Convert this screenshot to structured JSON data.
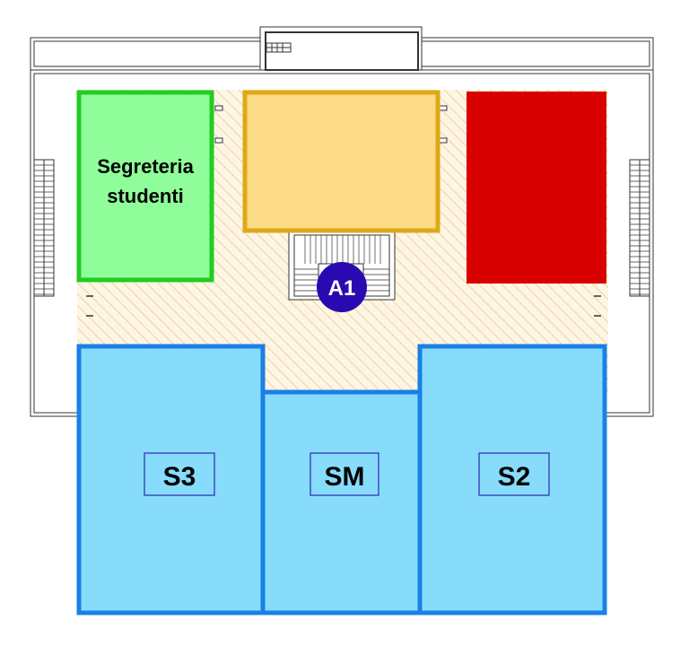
{
  "colors": {
    "background": "#ffffff",
    "outline": "#333333",
    "corridor_hatch": "#f0c060",
    "corridor_fill": "#fdf6e6",
    "segreteria_fill": "#8ffe9a",
    "segreteria_border": "#22cc22",
    "yellow_room_fill": "#fddc87",
    "yellow_room_border": "#e0a818",
    "red_room_fill": "#d90000",
    "blue_room_fill": "#87dcfc",
    "blue_room_border": "#1a80e6",
    "label_box_border": "#2a2ab0",
    "marker_fill": "#2a0ab0",
    "marker_text": "#ffffff"
  },
  "rooms": {
    "segreteria": {
      "label_line1": "Segreteria",
      "label_line2": "studenti"
    },
    "s3": {
      "label": "S3"
    },
    "sm": {
      "label": "SM"
    },
    "s2": {
      "label": "S2"
    }
  },
  "marker": {
    "label": "A1"
  }
}
